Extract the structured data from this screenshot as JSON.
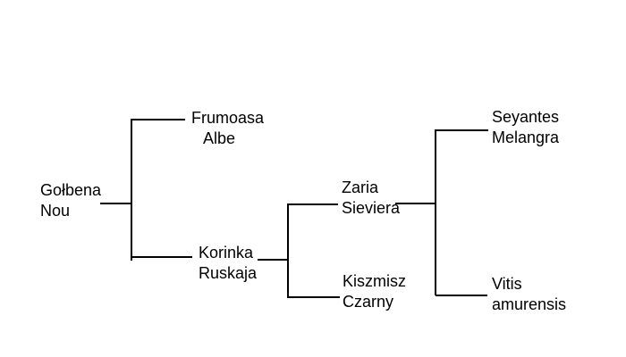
{
  "diagram": {
    "type": "pedigree-tree",
    "background_color": "#ffffff",
    "line_color": "#000000",
    "text_color": "#000000",
    "nodes": {
      "golbena": {
        "line1": "Gołbena",
        "line2": "Nou"
      },
      "frumoasa": {
        "line1": "Frumoasa",
        "line2": "Albe"
      },
      "korinka": {
        "line1": "Korinka",
        "line2": "Ruskaja"
      },
      "zaria": {
        "line1": "Zaria",
        "line2": "Sieviera"
      },
      "kiszmisz": {
        "line1": "Kiszmisz",
        "line2": "Czarny"
      },
      "seyantes": {
        "line1": "Seyantes",
        "line2": "Melangra"
      },
      "vitis": {
        "line1": "Vitis",
        "line2": "amurensis"
      }
    },
    "hierarchy": {
      "name": "Gołbena Nou",
      "children": [
        {
          "name": "Frumoasa Albe",
          "children": []
        },
        {
          "name": "Korinka Ruskaja",
          "children": [
            {
              "name": "Zaria Sieviera",
              "children": [
                {
                  "name": "Seyantes Melangra",
                  "children": []
                },
                {
                  "name": "Vitis amurensis",
                  "children": []
                }
              ]
            },
            {
              "name": "Kiszmisz Czarny",
              "children": []
            }
          ]
        }
      ]
    }
  }
}
